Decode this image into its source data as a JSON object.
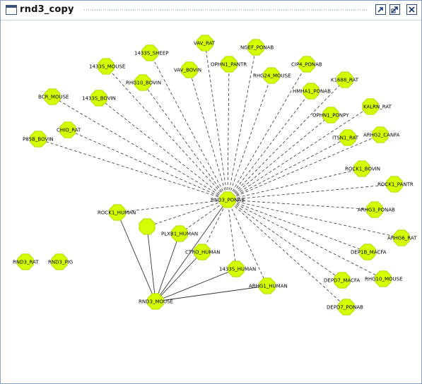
{
  "window": {
    "title": "rnd3_copy",
    "icons": [
      "window-icon",
      "restore-icon",
      "maximize-icon",
      "close-icon"
    ]
  },
  "colors": {
    "node_fill": "#d4ff00",
    "node_stroke": "#b8d900",
    "edge": "#333333",
    "title_border": "#8aa0c8"
  },
  "graph": {
    "nodes": [
      {
        "id": "VAV_RAT",
        "label": "VAV_RAT"
      },
      {
        "id": "NGEF_PONAB",
        "label": "NGEF_PONAB"
      },
      {
        "id": "1433S_SHEEP",
        "label": "1433S_SHEEP"
      },
      {
        "id": "OPHN1_PANTR",
        "label": "OPHN1_PANTR"
      },
      {
        "id": "CIP4_PONAB",
        "label": "CIP4_PONAB"
      },
      {
        "id": "1433S_MOUSE",
        "label": "1433S_MOUSE"
      },
      {
        "id": "VAV_BOVIN",
        "label": "VAV_BOVIN"
      },
      {
        "id": "RHG24_MOUSE",
        "label": "RHG24_MOUSE"
      },
      {
        "id": "RHG10_BOVIN",
        "label": "RHG10_BOVIN"
      },
      {
        "id": "K1688_RAT",
        "label": "K1688_RAT"
      },
      {
        "id": "HMHA1_PONAB",
        "label": "HMHA1_PONAB"
      },
      {
        "id": "BCR_MOUSE",
        "label": "BCR_MOUSE"
      },
      {
        "id": "1433S_BOVIN",
        "label": "1433S_BOVIN"
      },
      {
        "id": "KALRN_RAT",
        "label": "KALRN_RAT"
      },
      {
        "id": "OPHN1_PONPY",
        "label": "OPHN1_PONPY"
      },
      {
        "id": "CHIO_RAT",
        "label": "CHIO_RAT"
      },
      {
        "id": "P85B_BOVIN",
        "label": "P85B_BOVIN"
      },
      {
        "id": "ARHG2_CANFA",
        "label": "ARHG2_CANFA"
      },
      {
        "id": "ITSN1_RAT",
        "label": "ITSN1_RAT"
      },
      {
        "id": "ROCK1_BOVIN",
        "label": "ROCK1_BOVIN"
      },
      {
        "id": "ROCK1_PANTR",
        "label": "ROCK1_PANTR"
      },
      {
        "id": "RND3_PONAB",
        "label": "RND3_PONAB"
      },
      {
        "id": "ROCK1_HUMAN",
        "label": "ROCK1_HUMAN"
      },
      {
        "id": "ARHG3_PONAB",
        "label": "ARHG3_PONAB"
      },
      {
        "id": "UNLABELED",
        "label": ""
      },
      {
        "id": "PLXB1_HUMAN",
        "label": "PLXB1_HUMAN"
      },
      {
        "id": "ARHG6_RAT",
        "label": "ARHG6_RAT"
      },
      {
        "id": "DEP1B_MACFA",
        "label": "DEP1B_MACFA"
      },
      {
        "id": "CTRO_HUMAN",
        "label": "CTRO_HUMAN"
      },
      {
        "id": "1433S_HUMAN",
        "label": "1433S_HUMAN"
      },
      {
        "id": "RHG10_MOUSE",
        "label": "RHG10_MOUSE"
      },
      {
        "id": "DEPD7_MACFA",
        "label": "DEPD7_MACFA"
      },
      {
        "id": "RND3_RAT",
        "label": "RND3_RAT"
      },
      {
        "id": "RND3_PIG",
        "label": "RND3_PIG"
      },
      {
        "id": "ARHG1_HUMAN",
        "label": "ARHG1_HUMAN"
      },
      {
        "id": "RND3_MOUSE",
        "label": "RND3_MOUSE"
      },
      {
        "id": "DEPD7_PONAB",
        "label": "DEPD7_PONAB"
      }
    ],
    "dashed_edges": [
      [
        "RND3_PONAB",
        "VAV_RAT"
      ],
      [
        "RND3_PONAB",
        "NGEF_PONAB"
      ],
      [
        "RND3_PONAB",
        "1433S_SHEEP"
      ],
      [
        "RND3_PONAB",
        "OPHN1_PANTR"
      ],
      [
        "RND3_PONAB",
        "CIP4_PONAB"
      ],
      [
        "RND3_PONAB",
        "1433S_MOUSE"
      ],
      [
        "RND3_PONAB",
        "VAV_BOVIN"
      ],
      [
        "RND3_PONAB",
        "RHG24_MOUSE"
      ],
      [
        "RND3_PONAB",
        "RHG10_BOVIN"
      ],
      [
        "RND3_PONAB",
        "K1688_RAT"
      ],
      [
        "RND3_PONAB",
        "HMHA1_PONAB"
      ],
      [
        "RND3_PONAB",
        "BCR_MOUSE"
      ],
      [
        "RND3_PONAB",
        "1433S_BOVIN"
      ],
      [
        "RND3_PONAB",
        "KALRN_RAT"
      ],
      [
        "RND3_PONAB",
        "OPHN1_PONPY"
      ],
      [
        "RND3_PONAB",
        "CHIO_RAT"
      ],
      [
        "RND3_PONAB",
        "P85B_BOVIN"
      ],
      [
        "RND3_PONAB",
        "ARHG2_CANFA"
      ],
      [
        "RND3_PONAB",
        "ITSN1_RAT"
      ],
      [
        "RND3_PONAB",
        "ROCK1_BOVIN"
      ],
      [
        "RND3_PONAB",
        "ROCK1_PANTR"
      ],
      [
        "RND3_PONAB",
        "ROCK1_HUMAN"
      ],
      [
        "RND3_PONAB",
        "ARHG3_PONAB"
      ],
      [
        "RND3_PONAB",
        "UNLABELED"
      ],
      [
        "RND3_PONAB",
        "PLXB1_HUMAN"
      ],
      [
        "RND3_PONAB",
        "ARHG6_RAT"
      ],
      [
        "RND3_PONAB",
        "DEP1B_MACFA"
      ],
      [
        "RND3_PONAB",
        "CTRO_HUMAN"
      ],
      [
        "RND3_PONAB",
        "1433S_HUMAN"
      ],
      [
        "RND3_PONAB",
        "RHG10_MOUSE"
      ],
      [
        "RND3_PONAB",
        "DEPD7_MACFA"
      ],
      [
        "RND3_PONAB",
        "ARHG1_HUMAN"
      ],
      [
        "RND3_PONAB",
        "DEPD7_PONAB"
      ]
    ],
    "solid_edges": [
      [
        "RND3_MOUSE",
        "ROCK1_HUMAN"
      ],
      [
        "RND3_MOUSE",
        "UNLABELED"
      ],
      [
        "RND3_MOUSE",
        "PLXB1_HUMAN"
      ],
      [
        "RND3_MOUSE",
        "CTRO_HUMAN"
      ],
      [
        "RND3_MOUSE",
        "1433S_HUMAN"
      ],
      [
        "RND3_MOUSE",
        "ARHG1_HUMAN"
      ],
      [
        "RND3_MOUSE",
        "RND3_PONAB"
      ]
    ]
  }
}
